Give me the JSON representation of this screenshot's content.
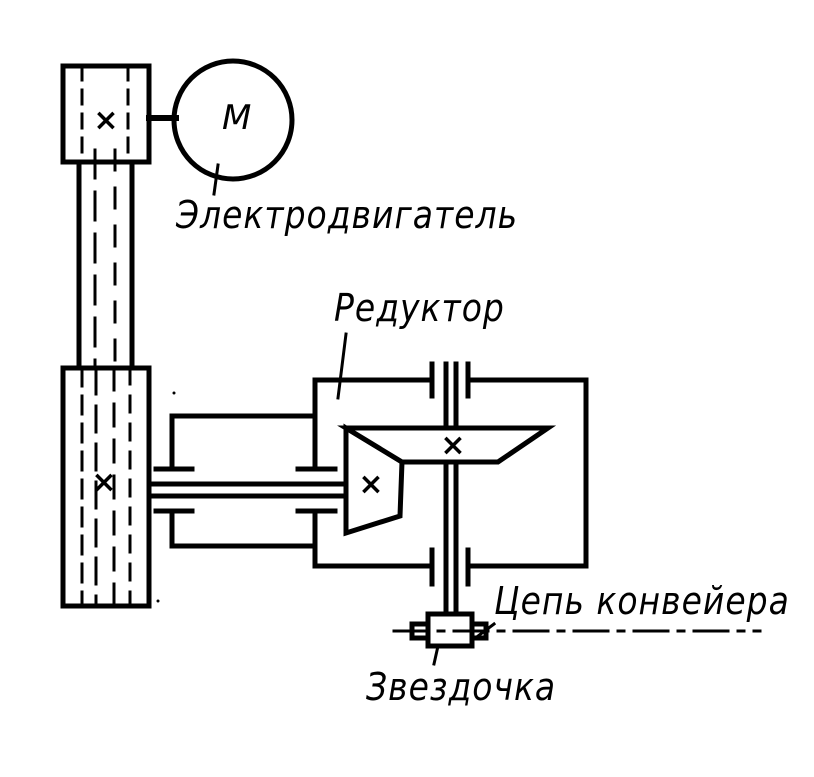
{
  "diagram": {
    "motor_letter": "M",
    "labels": {
      "motor": "Электродвигатель",
      "reducer": "Редуктор",
      "chain": "Цепь конвейера",
      "sprocket": "Звездочка"
    },
    "marks": {
      "axis_cross": "×"
    },
    "colors": {
      "ink": "#000000",
      "paper": "#ffffff"
    }
  }
}
